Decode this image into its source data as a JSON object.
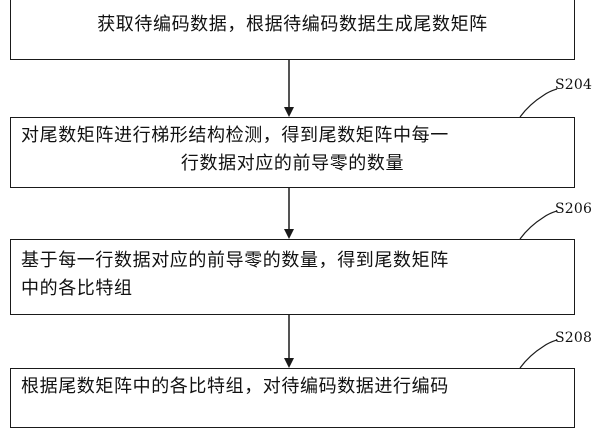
{
  "steps": [
    {
      "id": "",
      "lines": [
        "获取待编码数据，根据待编码数据生成尾数矩阵"
      ]
    },
    {
      "id": "S204",
      "lines": [
        "对尾数矩阵进行梯形结构检测，得到尾数矩阵中每一",
        "行数据对应的前导零的数量"
      ]
    },
    {
      "id": "S206",
      "lines": [
        "基于每一行数据对应的前导零的数量，得到尾数矩阵",
        "中的各比特组"
      ]
    },
    {
      "id": "S208",
      "lines": [
        "根据尾数矩阵中的各比特组，对待编码数据进行编码"
      ]
    }
  ]
}
